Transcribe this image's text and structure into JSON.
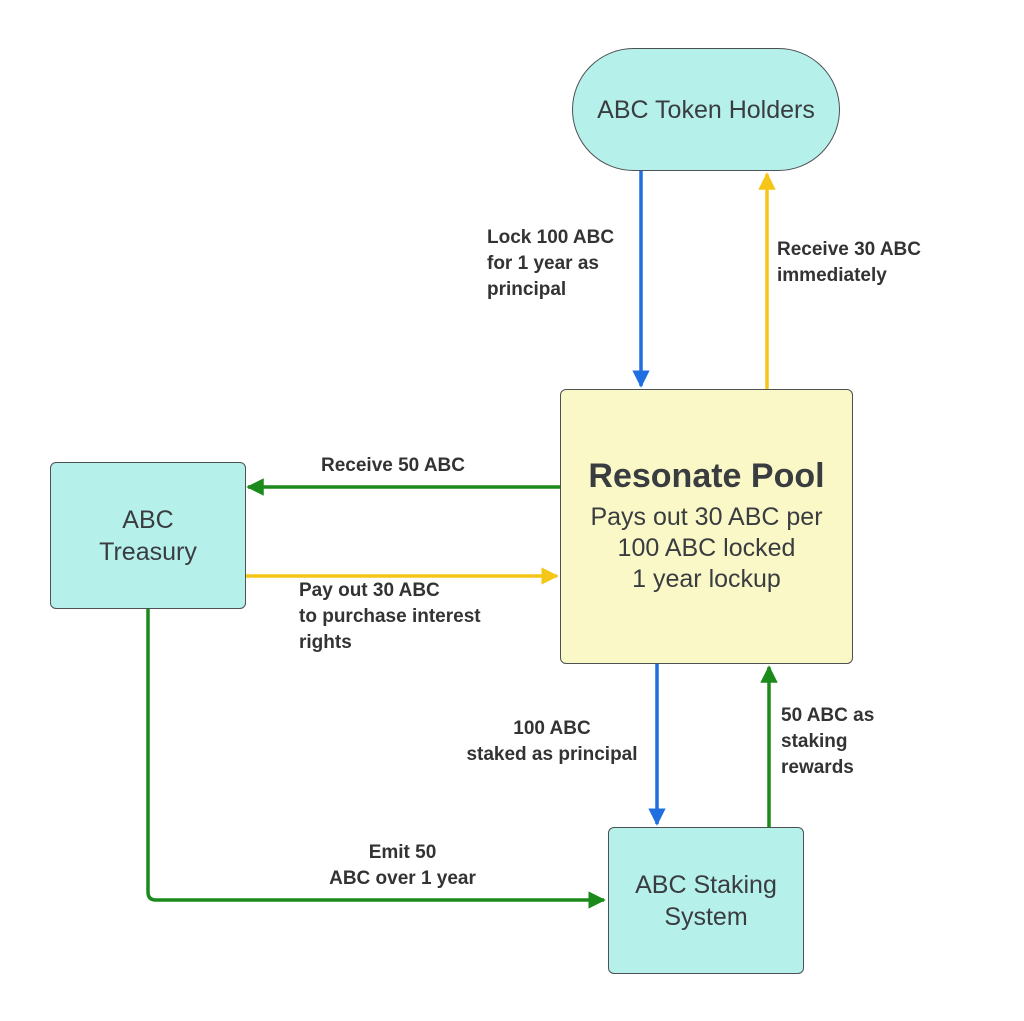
{
  "nodes": {
    "token_holders": "ABC Token Holders",
    "treasury": [
      "ABC",
      "Treasury"
    ],
    "pool": {
      "title": "Resonate Pool",
      "lines": [
        "Pays out 30 ABC per",
        "100 ABC locked",
        "1 year lockup"
      ]
    },
    "staking": [
      "ABC Staking",
      "System"
    ]
  },
  "edges": {
    "lock": [
      "Lock 100 ABC",
      "for 1 year as",
      "principal"
    ],
    "receive30": [
      "Receive 30 ABC",
      "immediately"
    ],
    "receive50": "Receive 50 ABC",
    "payout30": [
      "Pay out 30 ABC",
      "to purchase interest",
      "rights"
    ],
    "staked": [
      "100 ABC",
      "staked as principal"
    ],
    "rewards": [
      "50 ABC as",
      "staking",
      "rewards"
    ],
    "emit": [
      "Emit 50",
      "ABC over 1 year"
    ]
  },
  "colors": {
    "blue": "#1f6fe0",
    "yellow": "#f5c518",
    "green": "#1a8a1a",
    "teal_fill": "#b6f0ea",
    "pool_fill": "#fbf8c8"
  }
}
